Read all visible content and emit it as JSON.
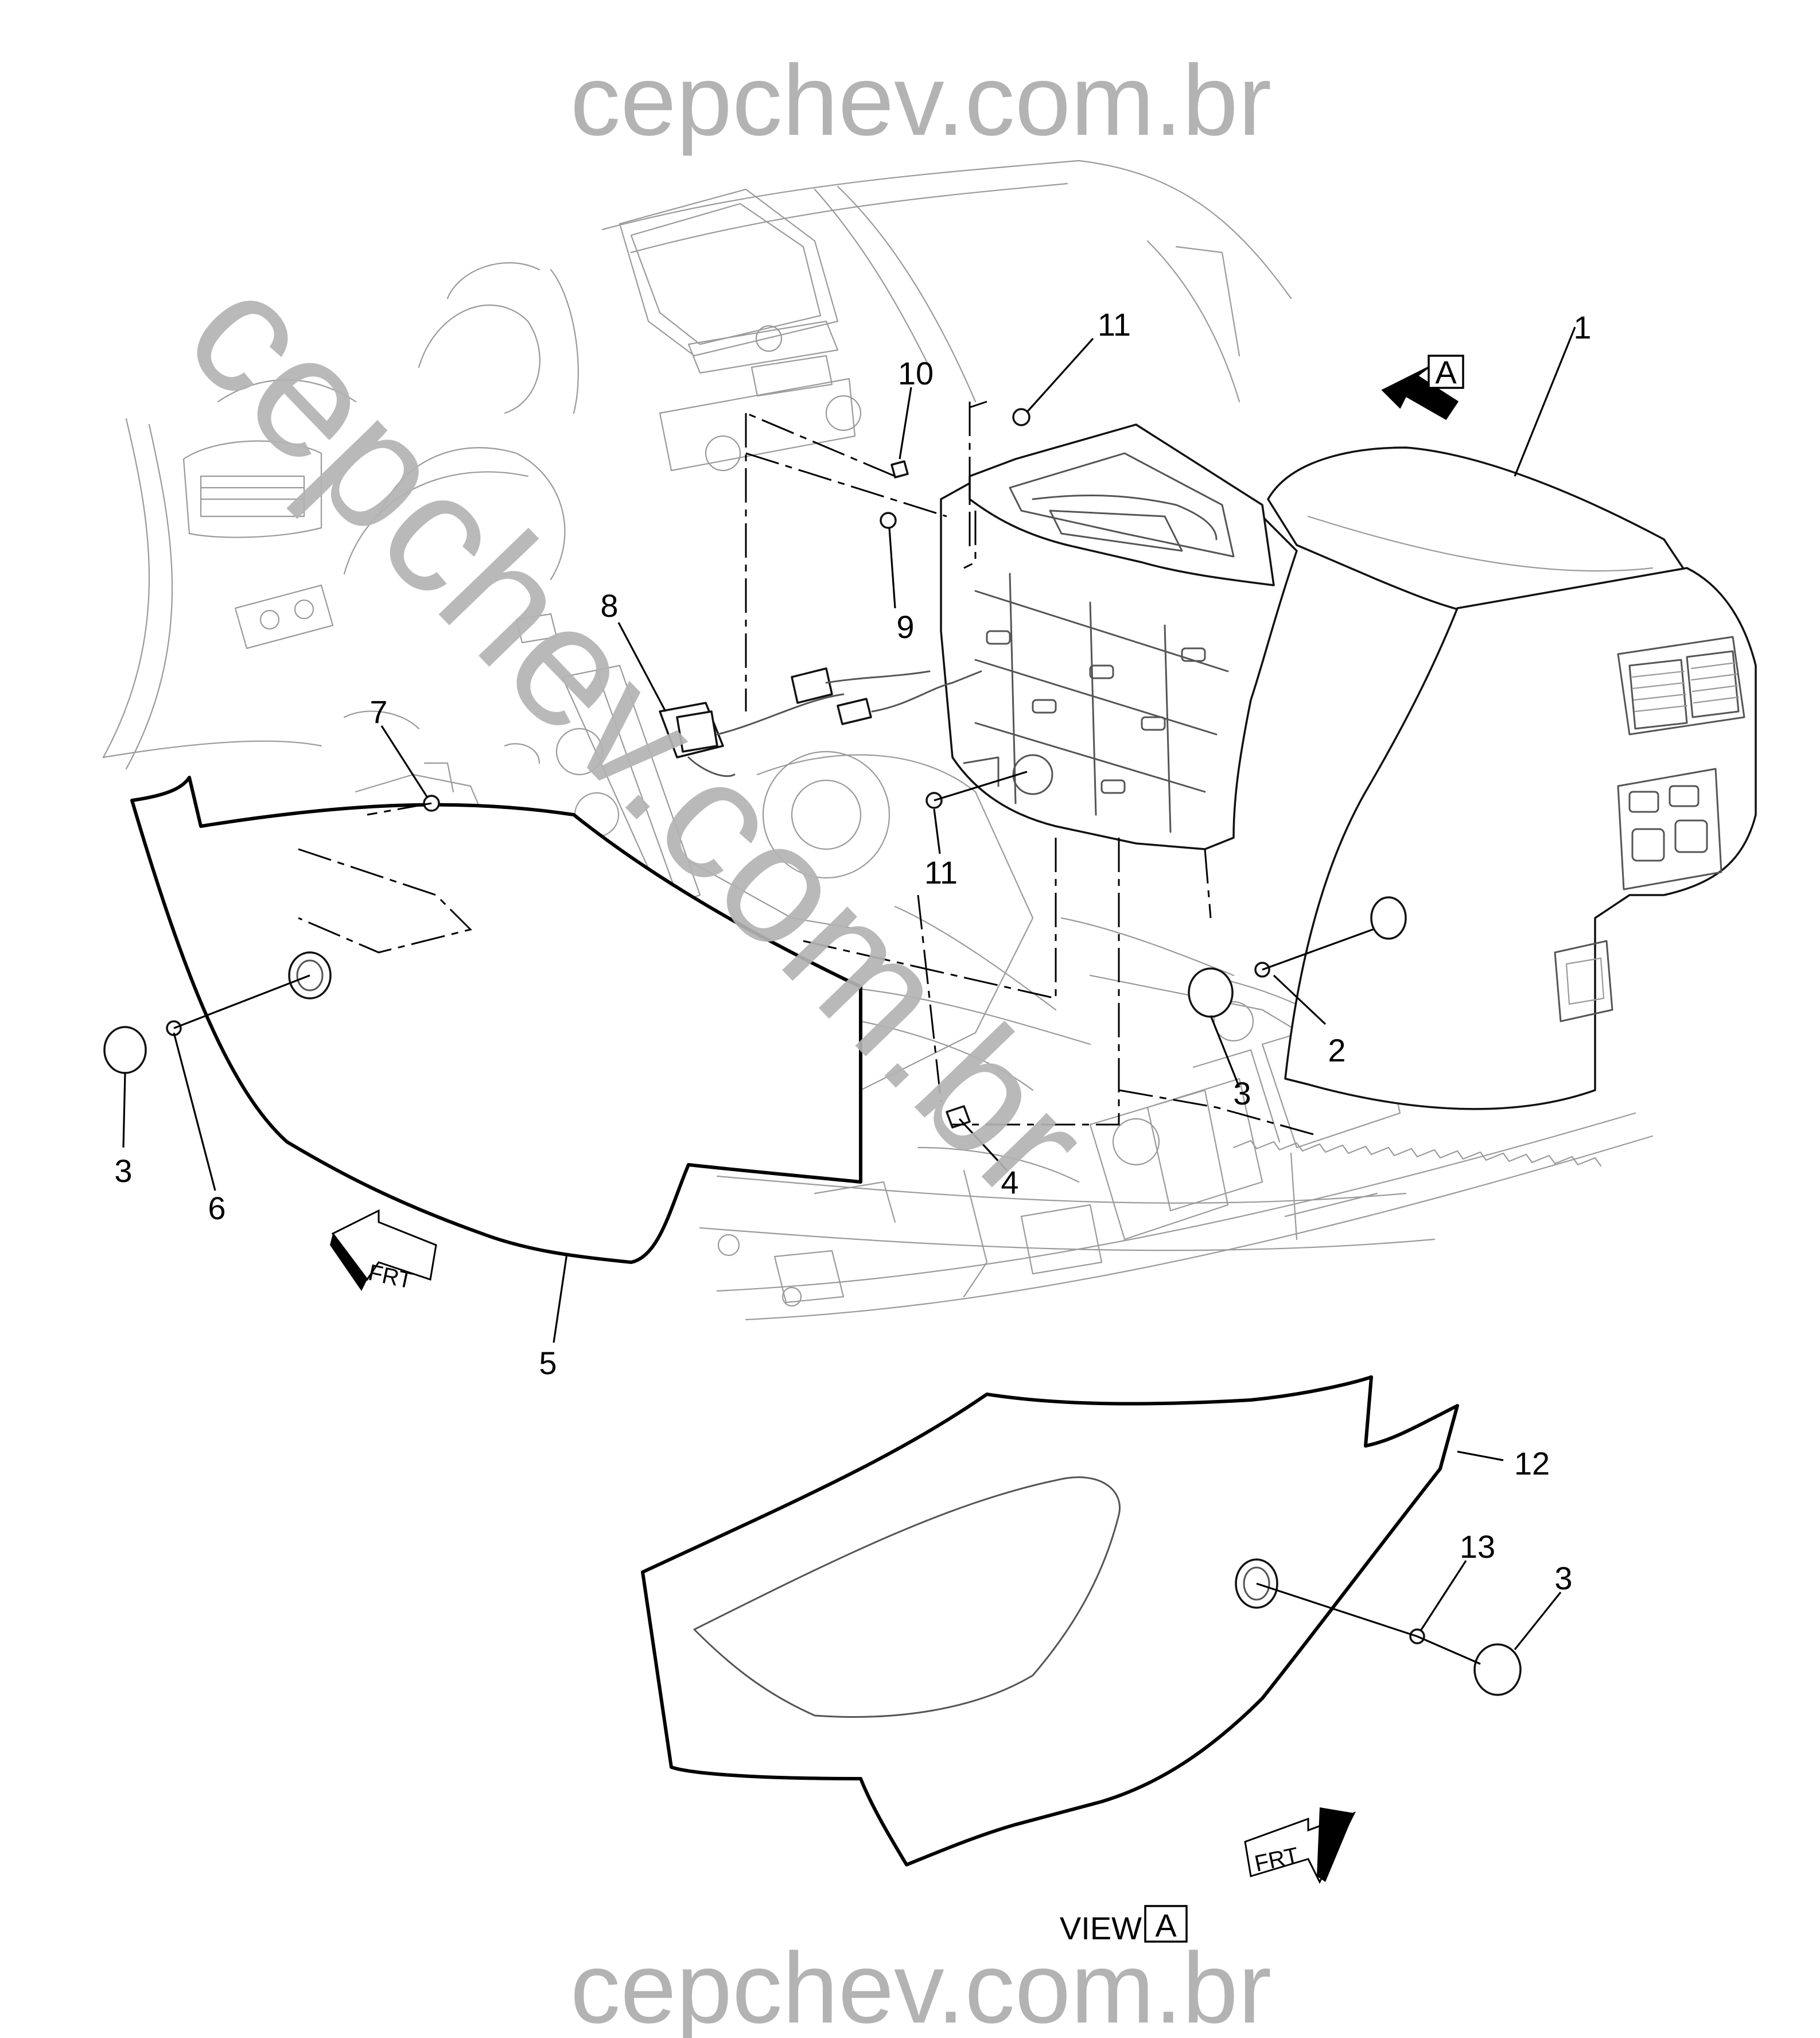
{
  "watermark": {
    "text_top": "cepchev.com.br",
    "text_bottom": "cepchev.com.br",
    "text_diagonal": "cepchev.com.br"
  },
  "callouts": [
    {
      "id": "c1",
      "label": "1"
    },
    {
      "id": "c2",
      "label": "2"
    },
    {
      "id": "c3a",
      "label": "3"
    },
    {
      "id": "c3b",
      "label": "3"
    },
    {
      "id": "c3c",
      "label": "3"
    },
    {
      "id": "c4",
      "label": "4"
    },
    {
      "id": "c5",
      "label": "5"
    },
    {
      "id": "c6",
      "label": "6"
    },
    {
      "id": "c7",
      "label": "7"
    },
    {
      "id": "c8",
      "label": "8"
    },
    {
      "id": "c9",
      "label": "9"
    },
    {
      "id": "c10",
      "label": "10"
    },
    {
      "id": "c11a",
      "label": "11"
    },
    {
      "id": "c11b",
      "label": "11"
    },
    {
      "id": "c12",
      "label": "12"
    },
    {
      "id": "c13",
      "label": "13"
    }
  ],
  "view_marker": {
    "label": "A"
  },
  "view_label": {
    "prefix": "VIEW",
    "letter": "A"
  },
  "front_arrows": [
    {
      "label": "FRT"
    },
    {
      "label": "FRT"
    }
  ],
  "icons": [
    "front-direction-arrow-icon",
    "view-direction-arrow-icon"
  ],
  "colors": {
    "watermark": "#b3b3b3",
    "line": "#000000",
    "background_line": "#9a9a9a"
  }
}
